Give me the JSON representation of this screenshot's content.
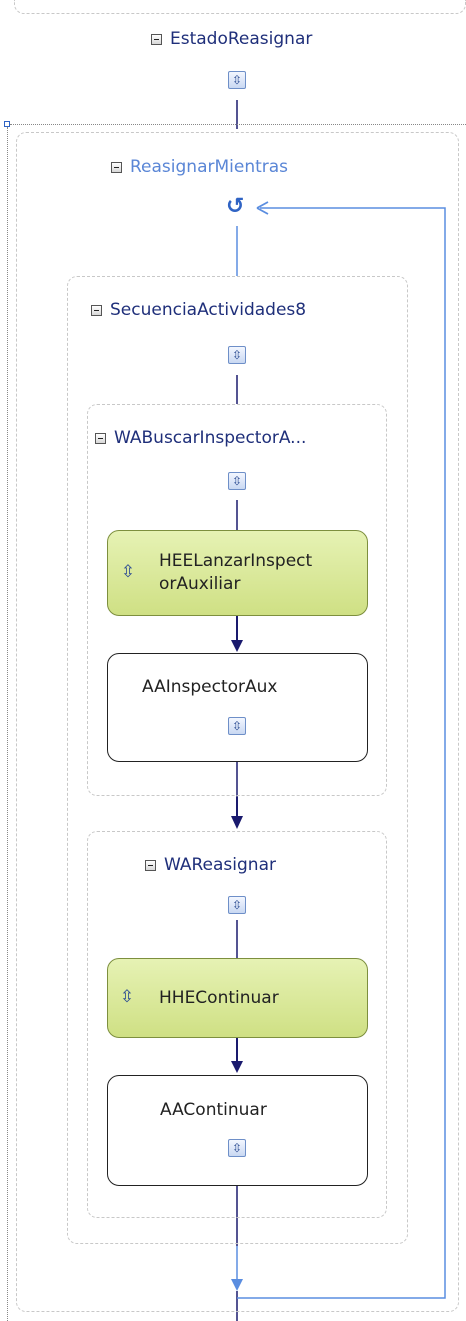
{
  "state_activity": {
    "title": "EstadoReasignar"
  },
  "while_activity": {
    "title": "ReasignarMientras"
  },
  "sequence_activity": {
    "title": "SecuenciaActividades8"
  },
  "event_driven_1": {
    "title": "WABuscarInspectorA...",
    "handler": "HEELanzarInspectorAuxiliar",
    "handler_line1": "HEELanzarInspect",
    "handler_line2": "orAuxiliar",
    "action": "AAInspectorAux"
  },
  "event_driven_2": {
    "title": "WAReasignar",
    "handler": "HHEContinuar",
    "action": "AAContinuar"
  },
  "colors": {
    "connector_dark": "#1a1a6e",
    "connector_blue": "#5a8de0",
    "handler_fill": "#d6e696",
    "frame_border": "#c8c8c8"
  },
  "icons": {
    "collapse": "collapse-minus-icon",
    "sequence": "sequence-activity-icon",
    "loop": "loop-arrow-icon"
  }
}
